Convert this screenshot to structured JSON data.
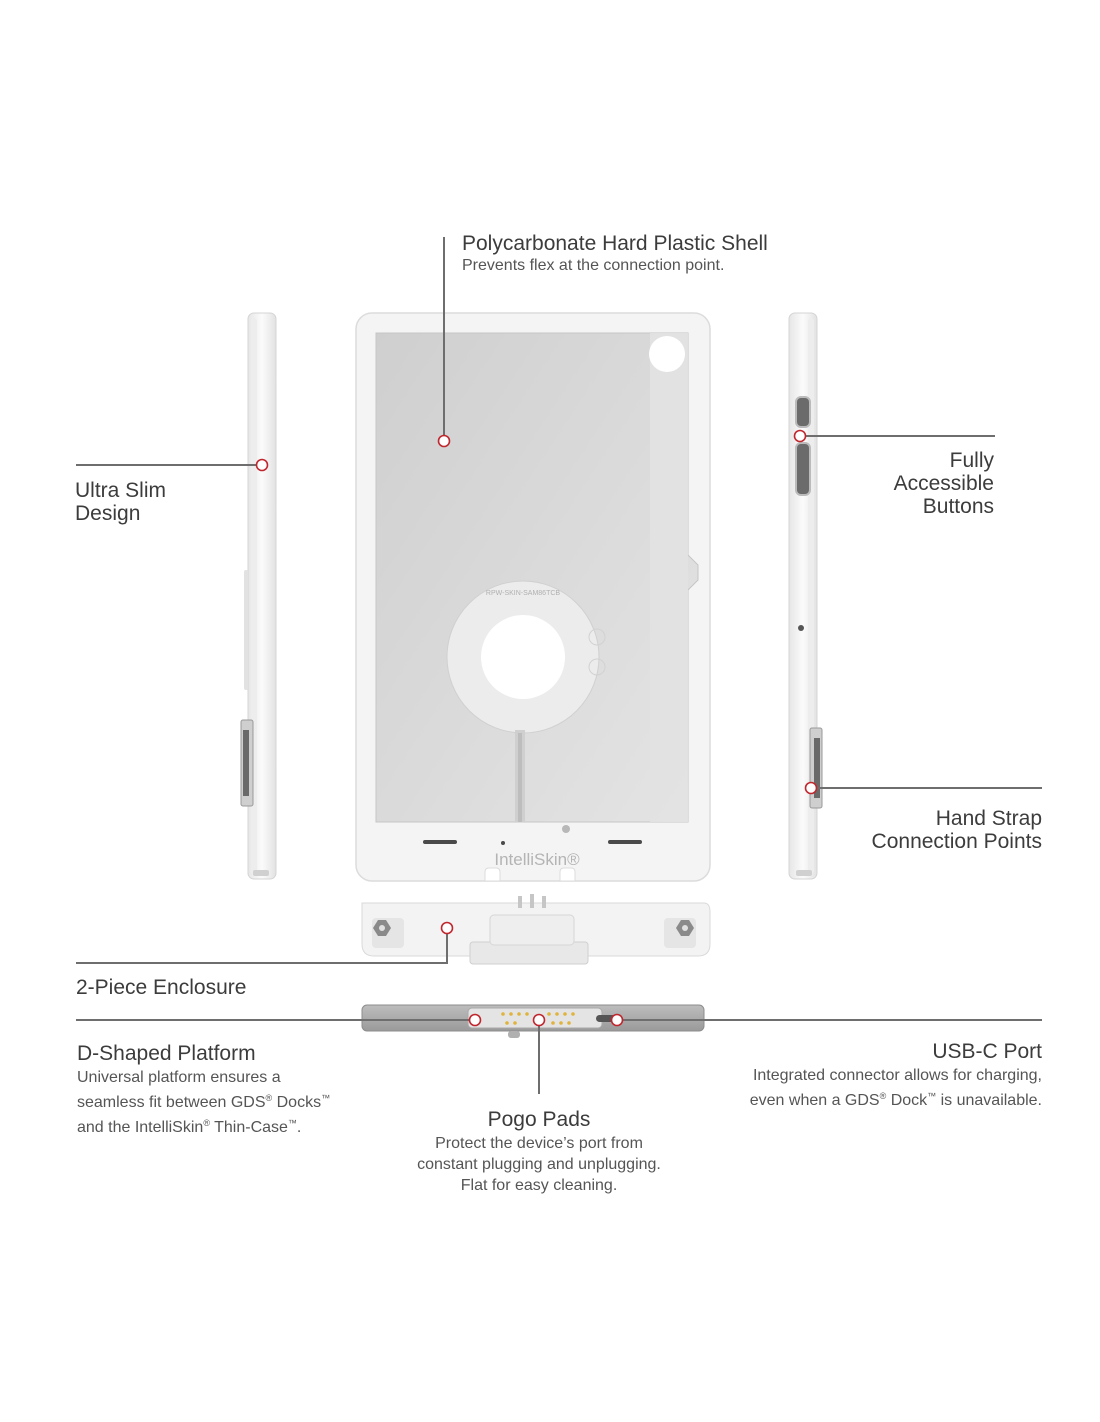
{
  "colors": {
    "accent": "#c0262d",
    "leader": "#6e6e6e",
    "shell": "#f3f3f3",
    "recess": "#d8d8d8",
    "pogo": "#e0b43c"
  },
  "product": {
    "brand_mark": "IntelliSkin®",
    "part_number": "RPW-SKIN-SAM86TCB"
  },
  "callouts": {
    "shell": {
      "title": "Polycarbonate Hard Plastic Shell",
      "desc": "Prevents flex at the connection point."
    },
    "slim": {
      "title_lines": [
        "Ultra Slim",
        "Design"
      ]
    },
    "buttons": {
      "title_lines": [
        "Fully",
        "Accessible",
        "Buttons"
      ]
    },
    "strap": {
      "title_lines": [
        "Hand Strap",
        "Connection Points"
      ]
    },
    "enclosure": {
      "title": "2-Piece Enclosure"
    },
    "platform": {
      "title": "D-Shaped Platform",
      "desc_lines": [
        "Universal platform ensures a",
        "seamless fit between GDS",
        "and the IntelliSkin"
      ],
      "line2_sup": "®",
      "line2_tail": " Docks",
      "line2_tm": "™",
      "line3_sup": "®",
      "line3_tail": " Thin-Case",
      "line3_tm": "™",
      "line3_end": "."
    },
    "usbc": {
      "title": "USB-C Port",
      "desc_line1": "Integrated connector allows for charging,",
      "desc_line2_a": "even when a GDS",
      "desc_line2_sup": "®",
      "desc_line2_b": " Dock",
      "desc_line2_tm": "™",
      "desc_line2_c": " is unavailable."
    },
    "pogo": {
      "title": "Pogo Pads",
      "desc_lines": [
        "Protect the device’s port from",
        "constant plugging and unplugging.",
        "Flat for easy cleaning."
      ]
    }
  }
}
